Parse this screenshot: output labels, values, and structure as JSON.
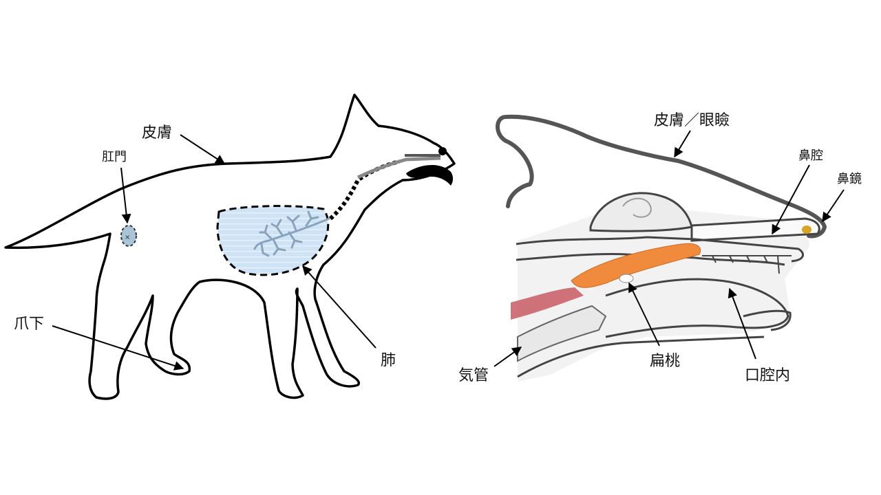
{
  "colors": {
    "outline": "#000000",
    "head_outline": "#555555",
    "lung_fill": "#cfe3f7",
    "bronchi": "#8aa3bd",
    "tonsil": "#f08a3c",
    "anus_fill": "#a9c4d6",
    "nasal_mirror": "#d9a520",
    "muscle_red": "#c4505a"
  },
  "left_diagram": {
    "labels": {
      "skin": "皮膚",
      "anus": "肛門",
      "under_paw": "爪下",
      "lung": "肺"
    }
  },
  "right_diagram": {
    "labels": {
      "skin_eyelid": "皮膚／眼瞼",
      "nasal_cavity": "鼻腔",
      "nasal_planum": "鼻鏡",
      "trachea": "気管",
      "tonsil": "扁桃",
      "oral_cavity": "口腔内"
    }
  }
}
